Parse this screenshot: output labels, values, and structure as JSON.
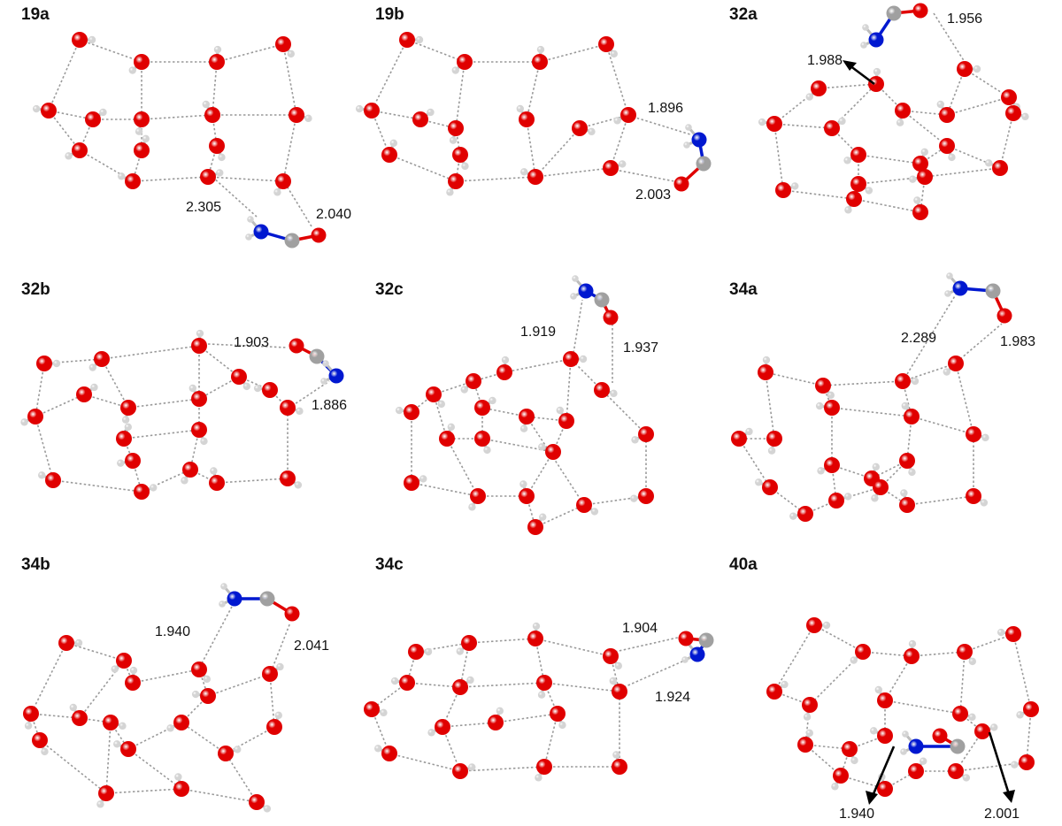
{
  "colors": {
    "oxygen": "#e00000",
    "hydrogen": "#d4d4d4",
    "nitrogen": "#0018d0",
    "carbon": "#a0a0a0",
    "hbond": "#9a9a9a"
  },
  "panels": [
    {
      "id": "p0",
      "label": "19a",
      "distances": [
        "2.305",
        "2.040"
      ]
    },
    {
      "id": "p1",
      "label": "19b",
      "distances": [
        "1.896",
        "2.003"
      ]
    },
    {
      "id": "p2",
      "label": "32a",
      "distances": [
        "1.956",
        "1.988"
      ]
    },
    {
      "id": "p3",
      "label": "32b",
      "distances": [
        "1.903",
        "1.886"
      ]
    },
    {
      "id": "p4",
      "label": "32c",
      "distances": [
        "1.919",
        "1.937"
      ]
    },
    {
      "id": "p5",
      "label": "34a",
      "distances": [
        "2.289",
        "1.983"
      ]
    },
    {
      "id": "p6",
      "label": "34b",
      "distances": [
        "1.940",
        "2.041"
      ]
    },
    {
      "id": "p7",
      "label": "34c",
      "distances": [
        "1.904",
        "1.924"
      ]
    },
    {
      "id": "p8",
      "label": "40a",
      "distances": [
        "1.940",
        "2.001"
      ]
    }
  ]
}
